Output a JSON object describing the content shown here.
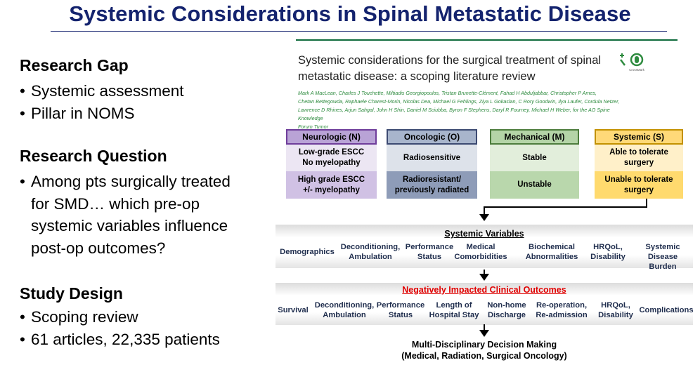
{
  "title": "Systemic Considerations in Spinal Metastatic Disease",
  "left": {
    "research_gap": {
      "heading": "Research Gap",
      "bullets": [
        "Systemic assessment",
        "Pillar in NOMS"
      ]
    },
    "research_question": {
      "heading": "Research Question",
      "lines": [
        "Among pts surgically treated",
        "for SMD…  which pre-op",
        "systemic variables influence",
        "post-op outcomes?"
      ]
    },
    "study_design": {
      "heading": "Study Design",
      "bullets": [
        "Scoping review",
        "61 articles, 22,335 patients"
      ]
    }
  },
  "paper": {
    "title_line1": "Systemic considerations for the surgical treatment of spinal",
    "title_line2": "metastatic disease: a scoping literature review",
    "authors_line1": "Mark A MacLean, Charles J Touchette, Miltiadis Georgiopoulos, Tristan Brunette-Clément, Fahad H Abduljabbar, Christopher P Ames,",
    "authors_line2": "Chetan Bettegowda, Raphaele Charest-Morin, Nicolas Dea, Michael G Fehlings, Ziya L Gokaslan, C Rory Goodwin, Ilya Laufer, Cordula Netzer,",
    "authors_line3": "Lawrence D Rhines, Arjun Sahgal, John H Shin, Daniel M Sciubba, Byron F Stephens, Daryl R Fourney, Michael H Weber, for the AO Spine Knowledge",
    "authors_line4": "Forum Tumor",
    "crossmark_label": "CrossMark"
  },
  "noms": {
    "columns": [
      {
        "header": "Neurologic (N)",
        "row1": "Low-grade ESCC\nNo myelopathy",
        "row2": "High grade ESCC\n+/- myelopathy",
        "header_bg": "#b9a3d6",
        "header_border": "#6f3d9b",
        "row1_bg": "#ece6f3",
        "row2_bg": "#d0c1e4"
      },
      {
        "header": "Oncologic (O)",
        "row1": "Radiosensitive",
        "row2": "Radioresistant/\npreviously radiated",
        "header_bg": "#a8b5cc",
        "header_border": "#3c4a72",
        "row1_bg": "#dde2ea",
        "row2_bg": "#8e9cb8"
      },
      {
        "header": "Mechanical (M)",
        "row1": "Stable",
        "row2": "Unstable",
        "header_bg": "#b4d4a7",
        "header_border": "#4d7d3d",
        "row1_bg": "#e2eedb",
        "row2_bg": "#b9d7ac"
      },
      {
        "header": "Systemic (S)",
        "row1": "Able to tolerate\nsurgery",
        "row2": "Unable to tolerate\nsurgery",
        "header_bg": "#ffd978",
        "header_border": "#c39100",
        "row1_bg": "#fff0c9",
        "row2_bg": "#ffda6e"
      }
    ]
  },
  "systemic_variables": {
    "title": "Systemic Variables",
    "items": [
      "Demographics",
      "Deconditioning,\nAmbulation",
      "Performance\nStatus",
      "Medical\nComorbidities",
      "Biochemical\nAbnormalities",
      "HRQoL,\nDisability",
      "Systemic\nDisease Burden"
    ]
  },
  "outcomes": {
    "title": "Negatively Impacted Clinical Outcomes",
    "title_color": "#e00000",
    "items": [
      "Survival",
      "Deconditioning,\nAmbulation",
      "Performance\nStatus",
      "Length of\nHospital Stay",
      "Non-home\nDischarge",
      "Re-operation,\nRe-admission",
      "HRQoL,\nDisability",
      "Complications"
    ]
  },
  "decision": {
    "line1": "Multi-Disciplinary Decision Making",
    "line2": "(Medical, Radiation, Surgical Oncology)"
  }
}
